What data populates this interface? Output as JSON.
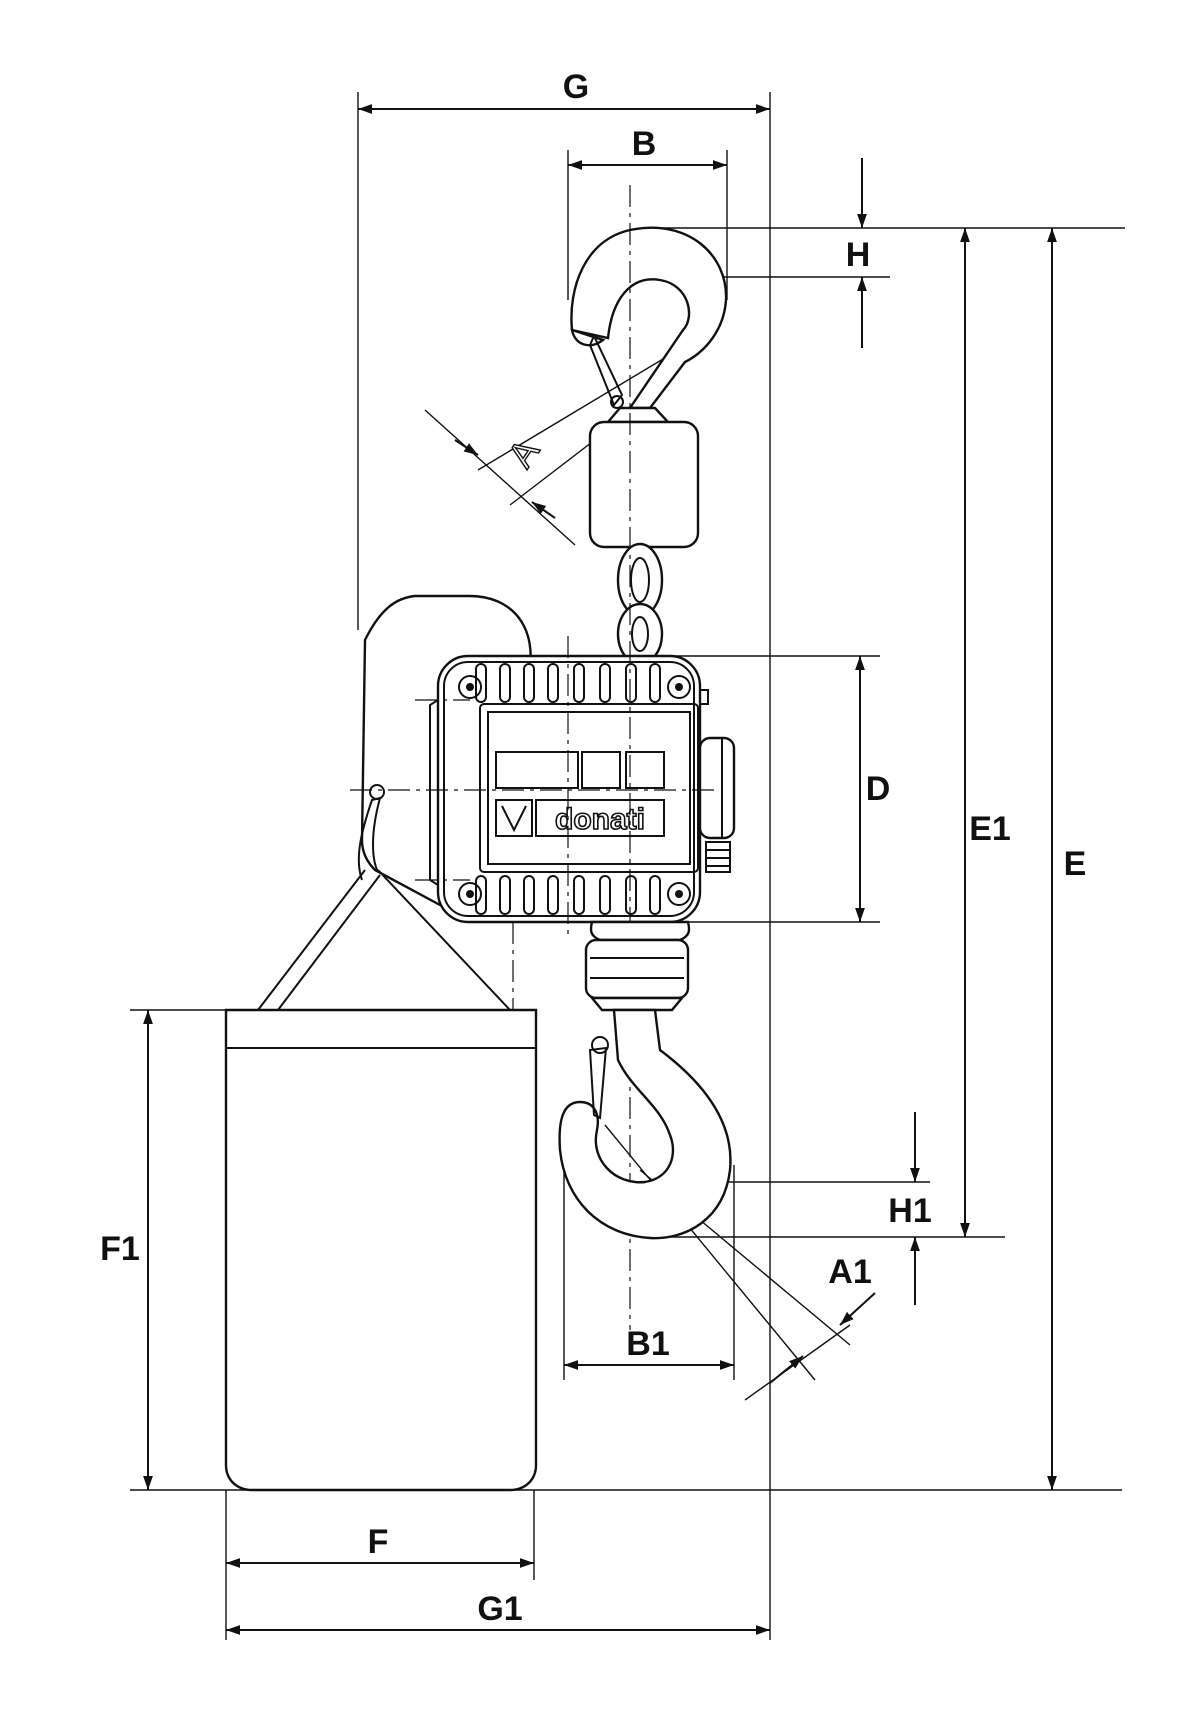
{
  "labels": {
    "G": "G",
    "B": "B",
    "H": "H",
    "A": "A",
    "D": "D",
    "E1": "E1",
    "E": "E",
    "F1": "F1",
    "H1": "H1",
    "A1": "A1",
    "B1": "B1",
    "F": "F",
    "G1": "G1"
  },
  "brand": {
    "logo_text": "donati"
  },
  "colors": {
    "line": "#111111",
    "background": "#ffffff"
  }
}
